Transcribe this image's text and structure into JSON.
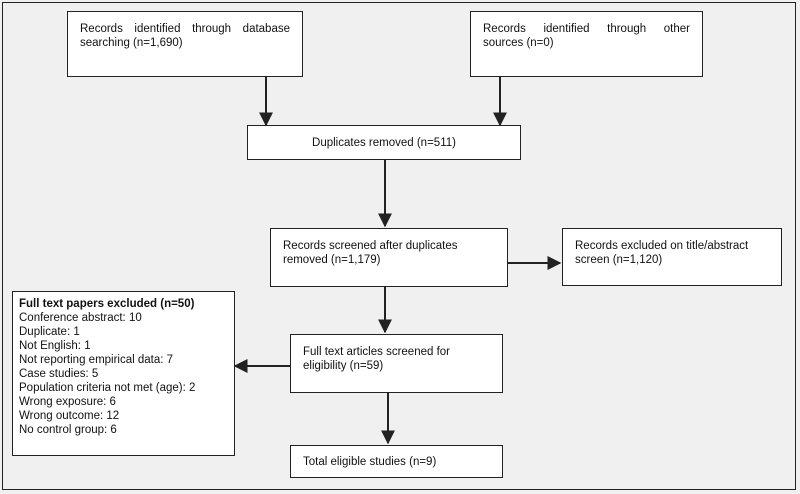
{
  "boxes": {
    "db_search": "Records identified through database searching (n=1,690)",
    "other_sources": "Records identified through other sources (n=0)",
    "duplicates_removed": "Duplicates removed (n=511)",
    "screened": "Records screened after duplicates removed (n=1,179)",
    "excluded_title": "Records excluded on title/abstract screen (n=1,120)",
    "full_text": "Full text articles screened for eligibility (n=59)",
    "total": "Total eligible studies (n=9)"
  },
  "exclusions": {
    "title": "Full text papers excluded (n=50)",
    "items": [
      "Conference abstract: 10",
      "Duplicate: 1",
      "Not English: 1",
      "Not reporting empirical data: 7",
      "Case studies: 5",
      "Population criteria not met (age): 2",
      "Wrong exposure: 6",
      "Wrong outcome: 12",
      "No control group: 6"
    ]
  }
}
